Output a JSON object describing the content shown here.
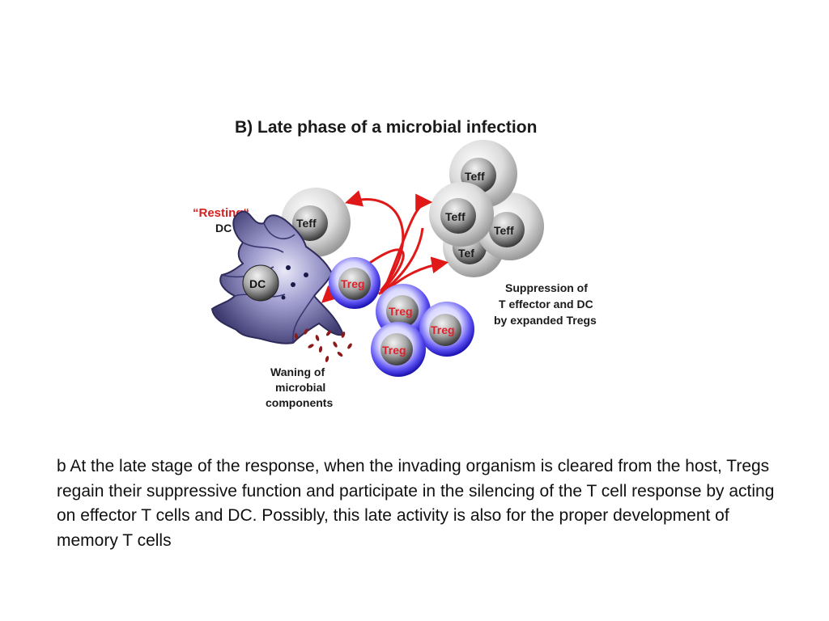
{
  "figure": {
    "title": "B) Late phase of a microbial infection",
    "resting_dc_label": [
      "“Resting“",
      "DC"
    ],
    "dc_cell_label": "DC",
    "teff_label": "Teff",
    "teff_partial_label": "Tef",
    "treg_label": "Treg",
    "suppression_label": [
      "Suppression of",
      "T effector and DC",
      "by expanded Tregs"
    ],
    "waning_label": [
      "Waning of",
      "microbial",
      "components"
    ],
    "colors": {
      "arrow": "#e01818",
      "treg_membrane": "#2a1fd6",
      "teff_membrane": "#c8c8c8",
      "dc_body": "#8a87b8",
      "resting_label": "#d42020"
    }
  },
  "caption": {
    "line1": "b At the late stage of the response, when the invading organism is cleared from the host, Tregs regain their suppressive function and participate in the silencing of the T cell response by acting on effector T cells and DC. Possibly, this late activity is also for the proper development of",
    "line2": "memory T cells"
  }
}
